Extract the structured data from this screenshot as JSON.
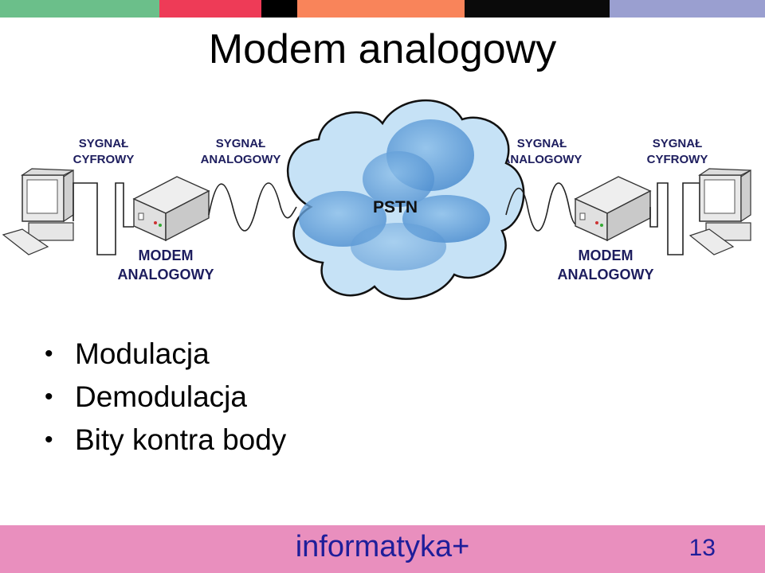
{
  "title": "Modem analogowy",
  "top_bar_colors": [
    "#6bbf8a",
    "#ee3b57",
    "#000000",
    "#f9845a",
    "#0a0a0a",
    "#9a9fd0"
  ],
  "diagram": {
    "left_digital_label": [
      "SYGNAŁ",
      "CYFROWY"
    ],
    "left_analog_label": [
      "SYGNAŁ",
      "ANALOGOWY"
    ],
    "right_analog_label": [
      "SYGNAŁ",
      "ANALOGOWY"
    ],
    "right_digital_label": [
      "SYGNAŁ",
      "CYFROWY"
    ],
    "left_modem_label": [
      "MODEM",
      "ANALOGOWY"
    ],
    "right_modem_label": [
      "MODEM",
      "ANALOGOWY"
    ],
    "cloud_label": "PSTN",
    "cloud_color": "#89bde6",
    "label_color": "#1d1d5e"
  },
  "bullets": [
    "Modulacja",
    "Demodulacja",
    "Bity kontra body"
  ],
  "footer": {
    "brand": "informatyka+",
    "page_number": "13",
    "background": "#e98fbe"
  }
}
